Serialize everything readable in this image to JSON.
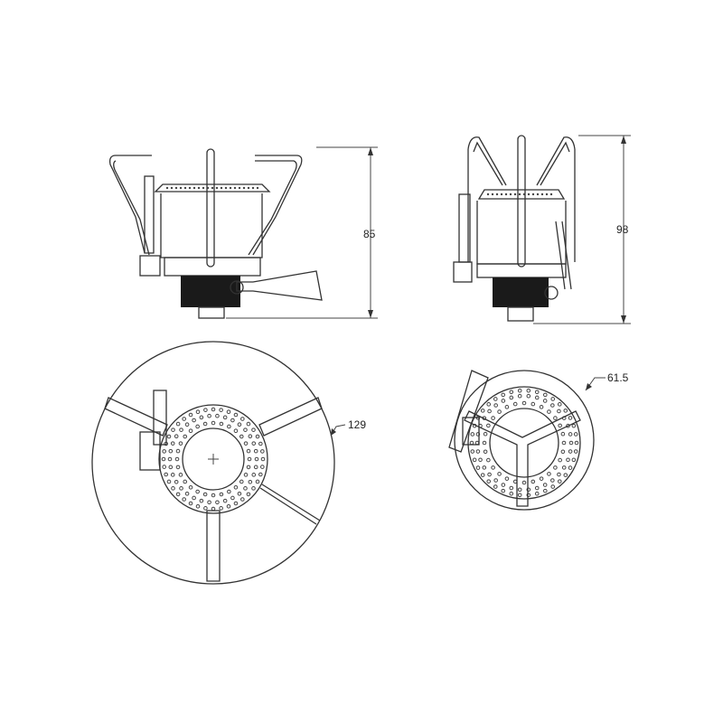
{
  "dimensions": {
    "side_height_folded": "85",
    "side_height_unfolded": "98",
    "diameter_open": "129",
    "diameter_folded": "61.5"
  },
  "colors": {
    "line": "#333333",
    "knurl": "#1a1a1a",
    "background": "#ffffff"
  }
}
